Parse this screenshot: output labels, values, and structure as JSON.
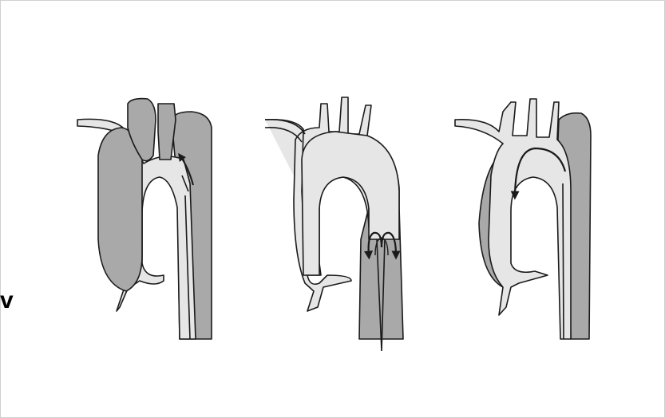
{
  "figure": {
    "panels": [
      {
        "id": "left",
        "description_role": "aorta-diagram-1"
      },
      {
        "id": "middle",
        "description_role": "aorta-diagram-2"
      },
      {
        "id": "right",
        "description_role": "aorta-diagram-3"
      }
    ],
    "edge_mark": "v"
  },
  "colors": {
    "outline": "#1a1a1a",
    "light_fill": "#e6e6e6",
    "dark_fill": "#a9a9a9",
    "background": "#ffffff"
  }
}
